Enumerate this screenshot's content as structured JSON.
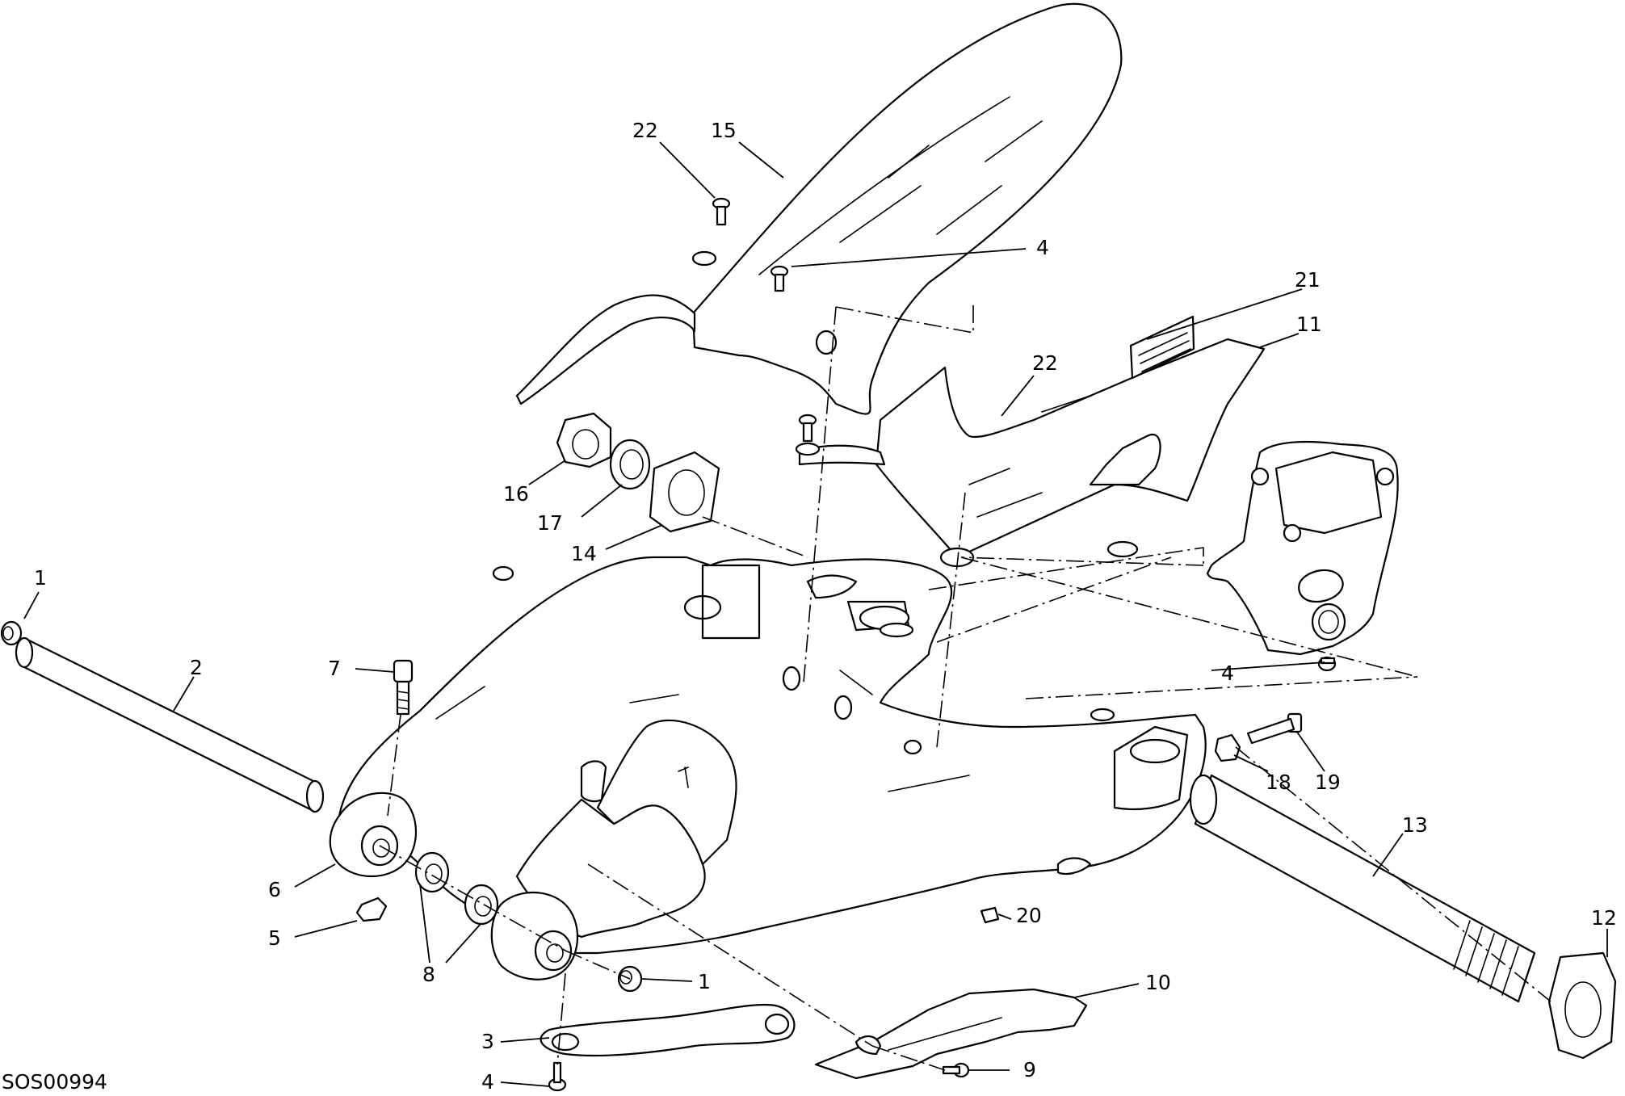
{
  "diagram_code": "SOS00994",
  "callouts": [
    {
      "id": "c-22a",
      "label": "22"
    },
    {
      "id": "c-15",
      "label": "15"
    },
    {
      "id": "c-4a",
      "label": "4"
    },
    {
      "id": "c-21",
      "label": "21"
    },
    {
      "id": "c-11",
      "label": "11"
    },
    {
      "id": "c-22b",
      "label": "22"
    },
    {
      "id": "c-16",
      "label": "16"
    },
    {
      "id": "c-17",
      "label": "17"
    },
    {
      "id": "c-14",
      "label": "14"
    },
    {
      "id": "c-1a",
      "label": "1"
    },
    {
      "id": "c-2",
      "label": "2"
    },
    {
      "id": "c-7",
      "label": "7"
    },
    {
      "id": "c-4b",
      "label": "4"
    },
    {
      "id": "c-18",
      "label": "18"
    },
    {
      "id": "c-19",
      "label": "19"
    },
    {
      "id": "c-13",
      "label": "13"
    },
    {
      "id": "c-6",
      "label": "6"
    },
    {
      "id": "c-5",
      "label": "5"
    },
    {
      "id": "c-8",
      "label": "8"
    },
    {
      "id": "c-20",
      "label": "20"
    },
    {
      "id": "c-12",
      "label": "12"
    },
    {
      "id": "c-1b",
      "label": "1"
    },
    {
      "id": "c-10",
      "label": "10"
    },
    {
      "id": "c-3",
      "label": "3"
    },
    {
      "id": "c-4c",
      "label": "4"
    },
    {
      "id": "c-9",
      "label": "9"
    }
  ]
}
